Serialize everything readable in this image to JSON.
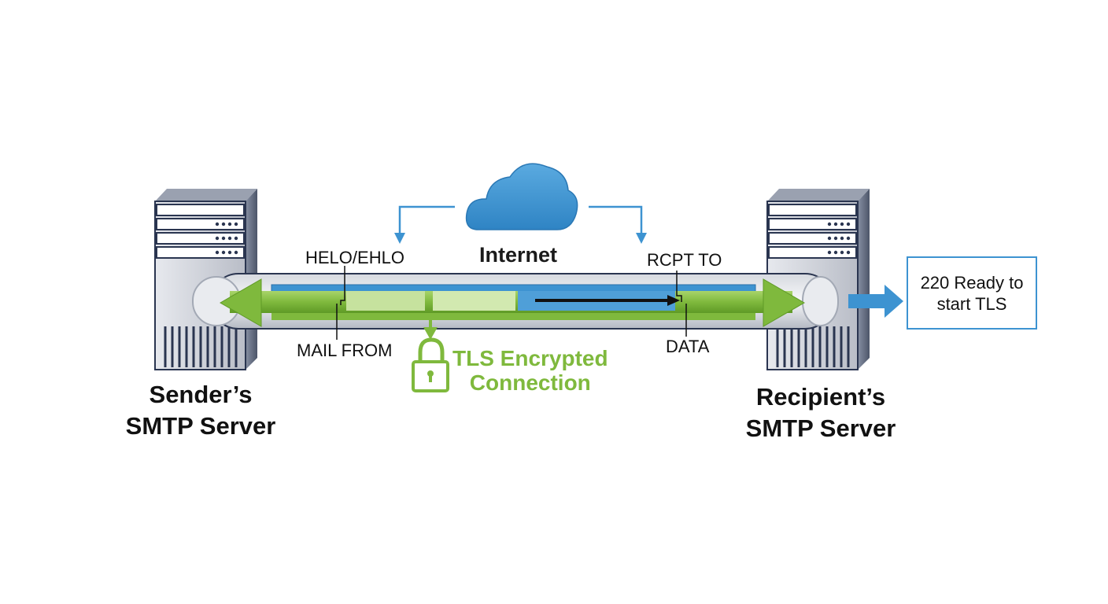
{
  "internet": {
    "label": "Internet"
  },
  "sender": {
    "line1": "Sender’s",
    "line2": "SMTP Server"
  },
  "recipient": {
    "line1": "Recipient’s",
    "line2": "SMTP Server"
  },
  "commands": {
    "helo": "HELO/EHLO",
    "mail_from": "MAIL FROM",
    "rcpt_to": "RCPT TO",
    "data": "DATA"
  },
  "tls": {
    "line1": "TLS Encrypted",
    "line2": "Connection"
  },
  "status_box": {
    "text": "220 Ready to start TLS"
  },
  "colors": {
    "tls_green": "#7fb93d",
    "internet_blue": "#3d93d1",
    "server_dark": "#2a3550",
    "server_light": "#c9ccd3"
  },
  "icons": [
    "cloud-icon",
    "padlock-icon",
    "server-icon"
  ]
}
